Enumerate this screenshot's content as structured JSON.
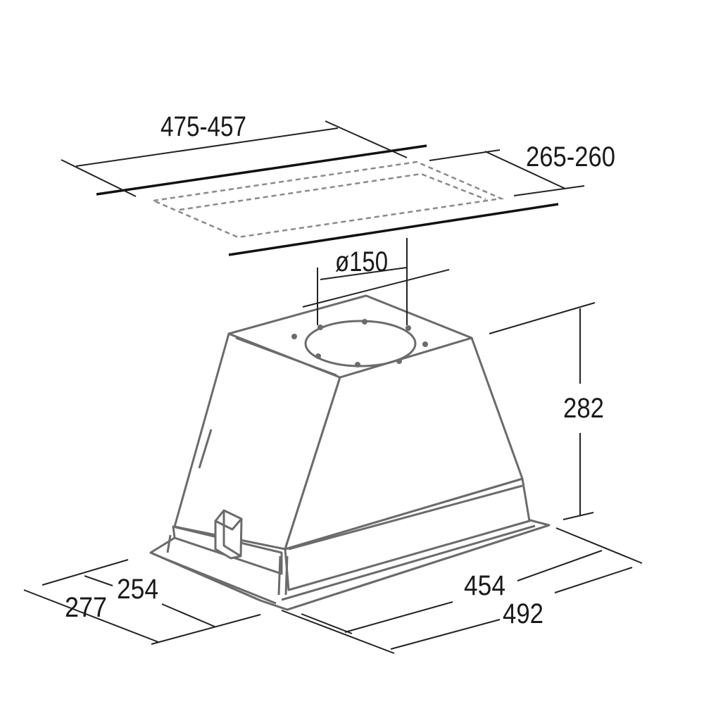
{
  "dimensions": {
    "cutout_length": "475-457",
    "cutout_width": "265-260",
    "duct_diameter": "ø150",
    "height": "282",
    "body_length": "454",
    "frame_length": "492",
    "body_depth": "254",
    "frame_depth": "277"
  }
}
